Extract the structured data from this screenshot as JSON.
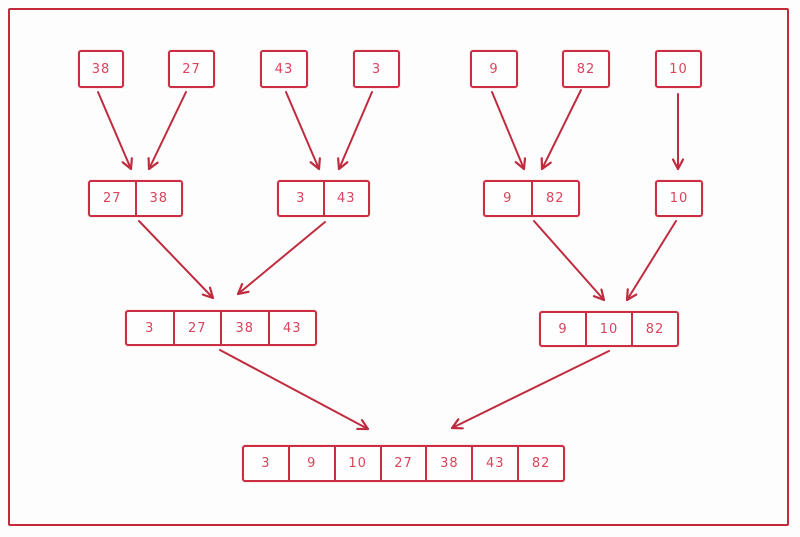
{
  "diagram": {
    "type": "merge-sort-merge-tree",
    "colors": {
      "frame": "#c5293c",
      "box_border": "#cb2e43",
      "text": "#d8455c",
      "arrow": "#c02c3f",
      "background": "#fefdfd"
    },
    "nodes": [
      {
        "id": "a38",
        "level": 1,
        "values": [
          38
        ]
      },
      {
        "id": "a27",
        "level": 1,
        "values": [
          27
        ]
      },
      {
        "id": "a43",
        "level": 1,
        "values": [
          43
        ]
      },
      {
        "id": "a3",
        "level": 1,
        "values": [
          3
        ]
      },
      {
        "id": "a9",
        "level": 1,
        "values": [
          9
        ]
      },
      {
        "id": "a82",
        "level": 1,
        "values": [
          82
        ]
      },
      {
        "id": "a10",
        "level": 1,
        "values": [
          10
        ]
      },
      {
        "id": "b27_38",
        "level": 2,
        "values": [
          27,
          38
        ]
      },
      {
        "id": "b3_43",
        "level": 2,
        "values": [
          3,
          43
        ]
      },
      {
        "id": "b9_82",
        "level": 2,
        "values": [
          9,
          82
        ]
      },
      {
        "id": "b10",
        "level": 2,
        "values": [
          10
        ]
      },
      {
        "id": "c3_27_38_43",
        "level": 3,
        "values": [
          3,
          27,
          38,
          43
        ]
      },
      {
        "id": "c9_10_82",
        "level": 3,
        "values": [
          9,
          10,
          82
        ]
      },
      {
        "id": "d_sorted",
        "level": 4,
        "values": [
          3,
          9,
          10,
          27,
          38,
          43,
          82
        ]
      }
    ],
    "arrows": [
      {
        "from": "a38",
        "to": "b27_38"
      },
      {
        "from": "a27",
        "to": "b27_38"
      },
      {
        "from": "a43",
        "to": "b3_43"
      },
      {
        "from": "a3",
        "to": "b3_43"
      },
      {
        "from": "a9",
        "to": "b9_82"
      },
      {
        "from": "a82",
        "to": "b9_82"
      },
      {
        "from": "a10",
        "to": "b10"
      },
      {
        "from": "b27_38",
        "to": "c3_27_38_43"
      },
      {
        "from": "b3_43",
        "to": "c3_27_38_43"
      },
      {
        "from": "b9_82",
        "to": "c9_10_82"
      },
      {
        "from": "b10",
        "to": "c9_10_82"
      },
      {
        "from": "c3_27_38_43",
        "to": "d_sorted"
      },
      {
        "from": "c9_10_82",
        "to": "d_sorted"
      }
    ]
  }
}
